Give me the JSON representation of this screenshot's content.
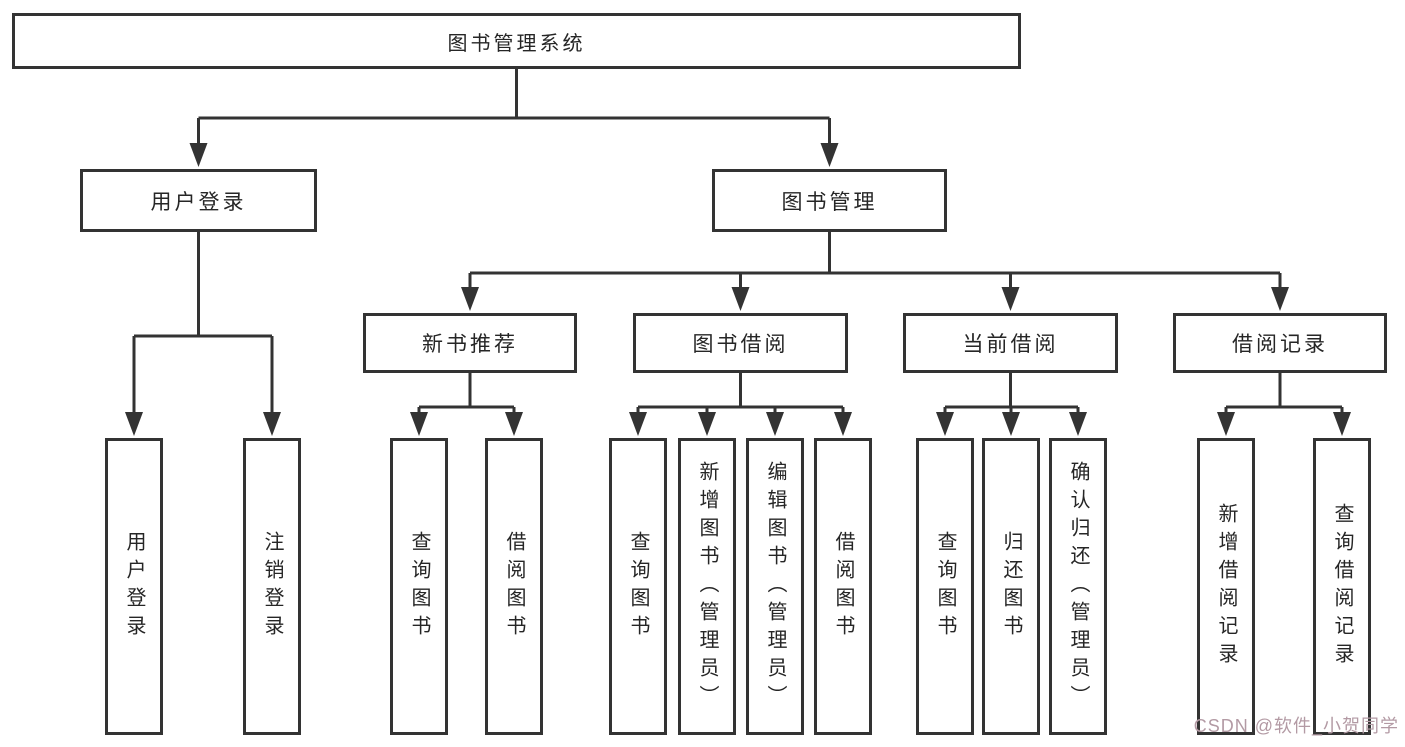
{
  "colors": {
    "line": "#333333",
    "box_border": "#333333",
    "text": "#262626",
    "background": "#ffffff",
    "watermark_text": "#b39aa4"
  },
  "watermark": "CSDN @软件_小贺同学",
  "nodes": {
    "root": {
      "label": "图书管理系统"
    },
    "user_login": {
      "label": "用户登录"
    },
    "book_management": {
      "label": "图书管理"
    },
    "new_book_recommend": {
      "label": "新书推荐"
    },
    "book_borrowing": {
      "label": "图书借阅"
    },
    "current_borrowing": {
      "label": "当前借阅"
    },
    "borrowing_records": {
      "label": "借阅记录"
    },
    "leaf_user_login": {
      "label": "用户登录"
    },
    "leaf_logout": {
      "label": "注销登录"
    },
    "leaf_query_books_1": {
      "label": "查询图书"
    },
    "leaf_borrow_books_1": {
      "label": "借阅图书"
    },
    "leaf_query_books_2": {
      "label": "查询图书"
    },
    "leaf_add_books": {
      "label": "新增图书（管理员）"
    },
    "leaf_edit_books": {
      "label": "编辑图书（管理员）"
    },
    "leaf_borrow_books_2": {
      "label": "借阅图书"
    },
    "leaf_query_books_3": {
      "label": "查询图书"
    },
    "leaf_return_books": {
      "label": "归还图书"
    },
    "leaf_confirm_return": {
      "label": "确认归还（管理员）"
    },
    "leaf_add_borrow_record": {
      "label": "新增借阅记录"
    },
    "leaf_query_borrow_record": {
      "label": "查询借阅记录"
    }
  },
  "hierarchy": {
    "图书管理系统": {
      "用户登录": [
        "用户登录",
        "注销登录"
      ],
      "图书管理": {
        "新书推荐": [
          "查询图书",
          "借阅图书"
        ],
        "图书借阅": [
          "查询图书",
          "新增图书（管理员）",
          "编辑图书（管理员）",
          "借阅图书"
        ],
        "当前借阅": [
          "查询图书",
          "归还图书",
          "确认归还（管理员）"
        ],
        "借阅记录": [
          "新增借阅记录",
          "查询借阅记录"
        ]
      }
    }
  }
}
